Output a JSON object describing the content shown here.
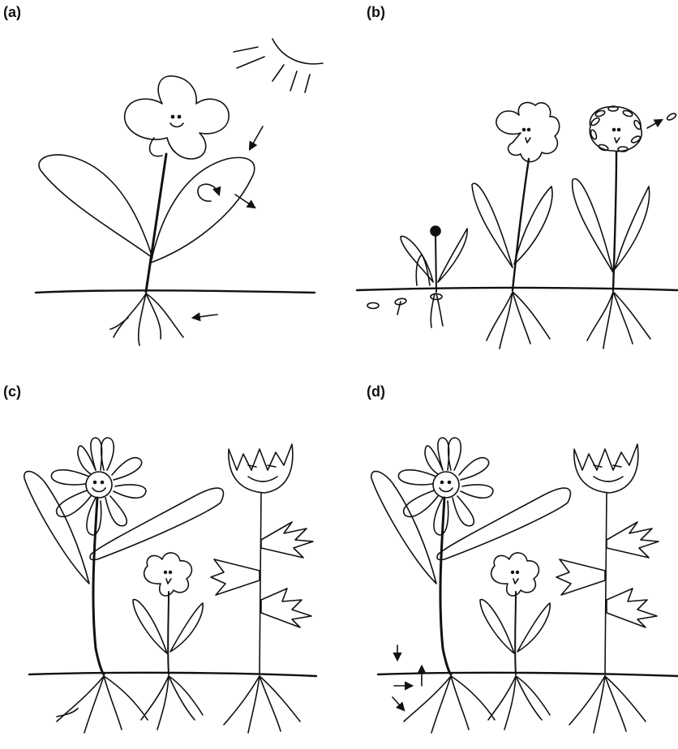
{
  "panels": [
    {
      "label": "(a)"
    },
    {
      "label": "(b)"
    },
    {
      "label": "(c)"
    },
    {
      "label": "(d)"
    }
  ],
  "colors": {
    "ink": "#111111",
    "background": "#ffffff"
  }
}
